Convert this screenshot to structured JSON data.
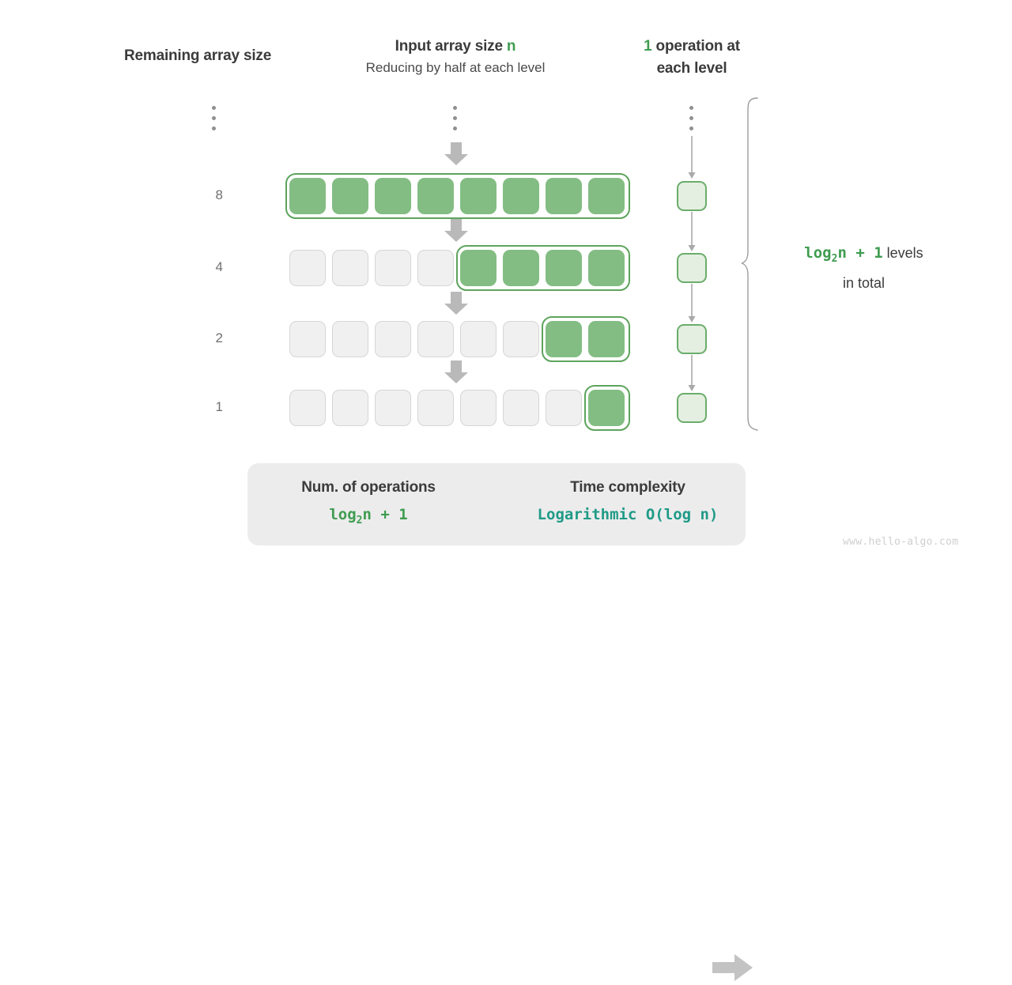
{
  "headers": {
    "left": "Remaining array size",
    "mid_title_prefix": "Input array size ",
    "mid_title_var": "n",
    "mid_subtitle": "Reducing by half at each level",
    "right_count": "1",
    "right_line1": " operation at",
    "right_line2": "each level"
  },
  "levels_note": {
    "formula_base": "log",
    "formula_sub": "2",
    "formula_rest": "n + 1",
    "suffix": " levels",
    "line2": "in total"
  },
  "rows": [
    {
      "label": "8",
      "total_cells": 8,
      "filled_from": 0
    },
    {
      "label": "4",
      "total_cells": 8,
      "filled_from": 4
    },
    {
      "label": "2",
      "total_cells": 8,
      "filled_from": 6
    },
    {
      "label": "1",
      "total_cells": 8,
      "filled_from": 7
    }
  ],
  "ops": [
    {
      "label": ""
    },
    {
      "label": ""
    },
    {
      "label": ""
    },
    {
      "label": ""
    }
  ],
  "summary": {
    "ops_title": "Num. of operations",
    "ops_base": "log",
    "ops_sub": "2",
    "ops_rest": "n + 1",
    "complexity_title": "Time complexity",
    "complexity_value": "Logarithmic  O(log n)"
  },
  "watermark": "www.hello-algo.com",
  "colors": {
    "green_fill": "#83bd83",
    "green_border": "#5da45d",
    "light_green_fill": "#e4efe1",
    "light_green_border": "#6aad6a",
    "empty_fill": "#f0f0f0",
    "empty_border": "#d6d6d6",
    "accent_green_text": "#3f9c50",
    "accent_teal_text": "#1f9a87",
    "arrow_gray": "#b9b9b9",
    "card_bg": "#ececec"
  }
}
